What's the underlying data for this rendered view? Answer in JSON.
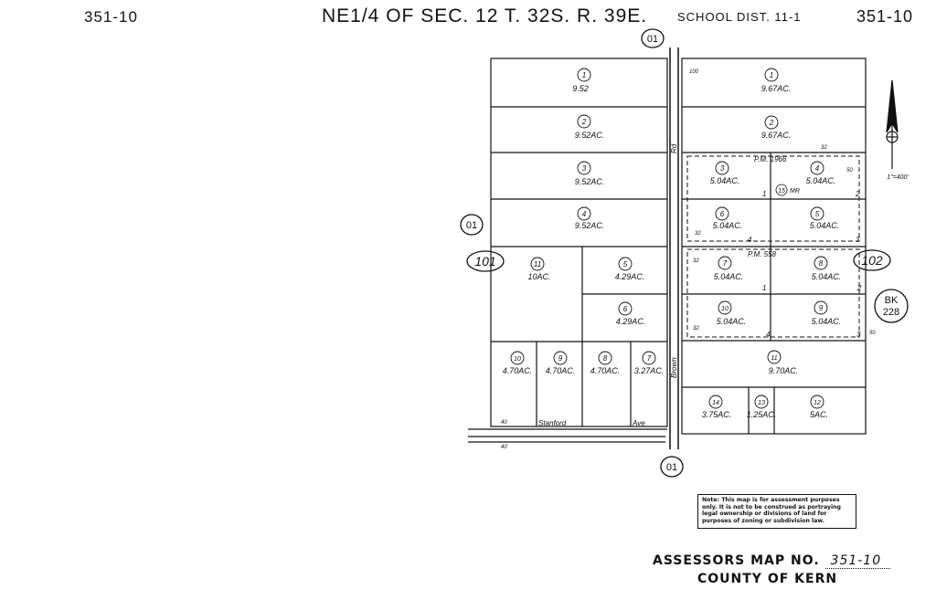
{
  "header": {
    "left_code": "351-10",
    "title": "NE1/4 OF SEC. 12 T. 32S. R. 39E.",
    "school_dist": "SCHOOL DIST. 11-1",
    "right_code": "351-10"
  },
  "scale_label": "1\"=400'",
  "book_label": "BK 228",
  "left_map_number": "101",
  "right_map_number": "102",
  "route_labels": [
    "01",
    "01",
    "01"
  ],
  "road_labels": {
    "brown_rd_top": "Rd",
    "brown_rd_bottom": "Brown",
    "stanford_ave": "Stanford",
    "ave": "Ave",
    "west_dim": "40"
  },
  "parcel_maps": {
    "pm_1966": "P.M. 1966",
    "pm_558": "P.M. 558",
    "mr": "MR",
    "mr_number": "15"
  },
  "dimensions": [
    "100",
    "32",
    "50",
    "32",
    "32",
    "32",
    "50",
    "40",
    "40"
  ],
  "lot_side_numbers": [
    "1",
    "2",
    "3",
    "4",
    "1",
    "2",
    "3",
    "4"
  ],
  "west_parcels": [
    {
      "num": "1",
      "area": "9.52"
    },
    {
      "num": "2",
      "area": "9.52AC."
    },
    {
      "num": "3",
      "area": "9.52AC."
    },
    {
      "num": "4",
      "area": "9.52AC."
    },
    {
      "num": "11",
      "area": "10AC."
    },
    {
      "num": "5",
      "area": "4.29AC."
    },
    {
      "num": "6",
      "area": "4.29AC."
    },
    {
      "num": "10",
      "area": "4.70AC."
    },
    {
      "num": "9",
      "area": "4.70AC."
    },
    {
      "num": "8",
      "area": "4.70AC."
    },
    {
      "num": "7",
      "area": "3.27AC."
    }
  ],
  "east_parcels": [
    {
      "num": "1",
      "area": "9.67AC."
    },
    {
      "num": "2",
      "area": "9.67AC."
    },
    {
      "num": "3",
      "area": "5.04AC."
    },
    {
      "num": "4",
      "area": "5.04AC."
    },
    {
      "num": "6",
      "area": "5.04AC."
    },
    {
      "num": "5",
      "area": "5.04AC."
    },
    {
      "num": "7",
      "area": "5.04AC."
    },
    {
      "num": "8",
      "area": "5.04AC."
    },
    {
      "num": "10",
      "area": "5.04AC."
    },
    {
      "num": "9",
      "area": "5.04AC."
    },
    {
      "num": "11",
      "area": "9.70AC."
    },
    {
      "num": "14",
      "area": "3.75AC."
    },
    {
      "num": "13",
      "area": "1.25AC."
    },
    {
      "num": "12",
      "area": "5AC."
    }
  ],
  "note": "Note: This map is for assessment purposes only. It is not to be construed as portraying legal ownership or divisions of land for purposes of zoning or subdivision law.",
  "footer": {
    "map_no_label": "ASSESSORS MAP NO.",
    "map_no_value": "351-10",
    "county": "COUNTY OF KERN"
  }
}
